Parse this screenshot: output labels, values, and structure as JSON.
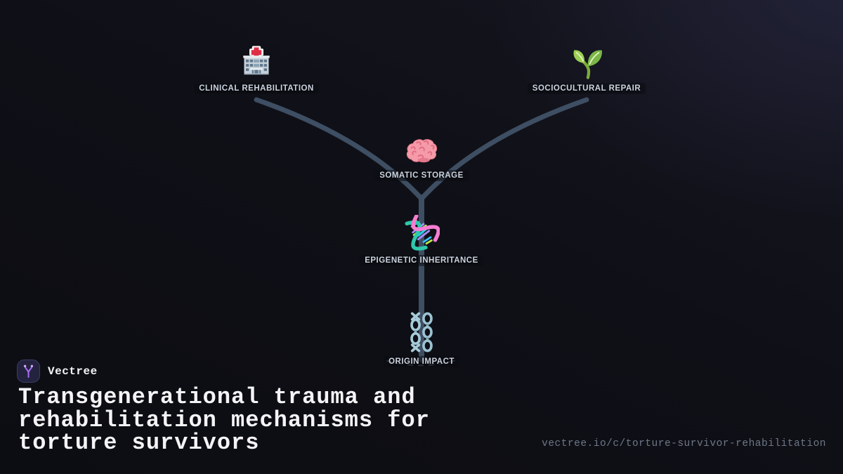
{
  "brand": {
    "name": "Vectree",
    "logo_icon": "branching-tree-icon"
  },
  "title": "Transgenerational trauma and rehabilitation mechanisms for torture survivors",
  "footer_url": "vectree.io/c/torture-survivor-rehabilitation",
  "tree": {
    "nodes": [
      {
        "id": "clinical-rehabilitation",
        "label": "CLINICAL REHABILITATION",
        "icon": "hospital-icon"
      },
      {
        "id": "sociocultural-repair",
        "label": "SOCIOCULTURAL REPAIR",
        "icon": "seedling-icon"
      },
      {
        "id": "somatic-storage",
        "label": "SOMATIC STORAGE",
        "icon": "brain-icon"
      },
      {
        "id": "epigenetic-inheritance",
        "label": "EPIGENETIC INHERITANCE",
        "icon": "dna-icon"
      },
      {
        "id": "origin-impact",
        "label": "ORIGIN IMPACT",
        "icon": "chains-icon"
      }
    ],
    "edges": [
      {
        "from": "origin-impact",
        "to": "epigenetic-inheritance"
      },
      {
        "from": "epigenetic-inheritance",
        "to": "somatic-storage"
      },
      {
        "from": "somatic-storage",
        "to": "clinical-rehabilitation"
      },
      {
        "from": "somatic-storage",
        "to": "sociocultural-repair"
      }
    ],
    "branch_color": "#3e4e63",
    "root_arc_color": "#55657c"
  },
  "colors": {
    "background_dark": "#0c0d12",
    "background_glow": "#2c2c4a",
    "label_text": "#ccd4e0",
    "title_text": "#f4f4f6",
    "url_text": "#6e7787",
    "logo_accent": "#a66ef2"
  }
}
